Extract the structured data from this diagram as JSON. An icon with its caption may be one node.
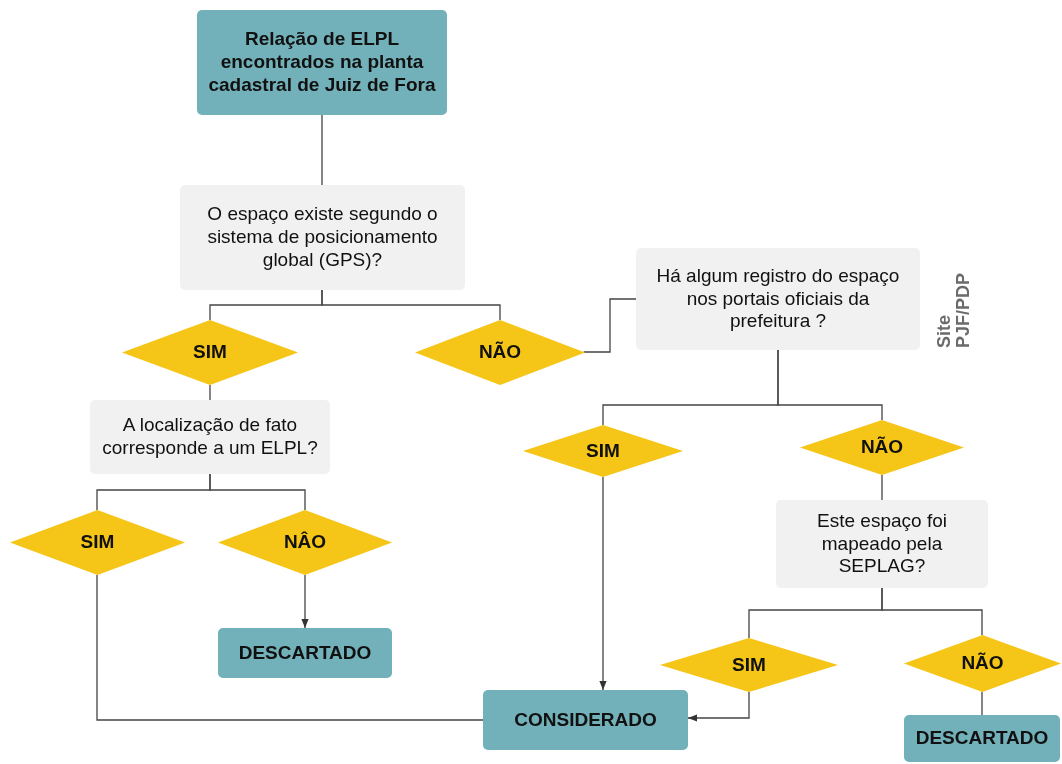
{
  "diagram": {
    "nodes": [
      {
        "text": [
          "Relação de ELPL encontrados na planta cadastral de Juiz de Fora"
        ]
      },
      {
        "text": [
          "O espaço existe segundo o sistema de posicionamento global (GPS)?"
        ]
      },
      {
        "text": [
          "SIM"
        ]
      },
      {
        "text": [
          "NÃO"
        ]
      },
      {
        "text": [
          "Há algum registro do espaço nos portais oficiais da prefeitura ?"
        ],
        "beside": [
          "Site PJF/PDP"
        ]
      },
      {
        "text": [
          "A localização de fato corresponde a um ELPL?"
        ]
      },
      {
        "text": [
          "SIM"
        ]
      },
      {
        "text": [
          "NÂO"
        ]
      },
      {
        "text": [
          "DESCARTADO"
        ]
      },
      {
        "text": [
          "SIM"
        ]
      },
      {
        "text": [
          "NÃO"
        ]
      },
      {
        "text": [
          "Este espaço foi mapeado pela SEPLAG?"
        ]
      },
      {
        "text": [
          "SIM"
        ]
      },
      {
        "text": [
          "NÃO"
        ]
      },
      {
        "text": [
          "CONSIDERADO"
        ]
      },
      {
        "text": [
          "DESCARTADO"
        ]
      }
    ],
    "edges": [
      {
        "from": 0,
        "to": 1,
        "arrow": "none"
      },
      {
        "from": 1,
        "to": 2,
        "arrow": "none"
      },
      {
        "from": 1,
        "to": 3,
        "arrow": "none"
      },
      {
        "from": 3,
        "to": 4,
        "arrow": "none"
      },
      {
        "from": 2,
        "to": 5,
        "arrow": "none"
      },
      {
        "from": 5,
        "to": 6,
        "arrow": "none"
      },
      {
        "from": 5,
        "to": 7,
        "arrow": "none"
      },
      {
        "from": 7,
        "to": 8,
        "arrow": "to"
      },
      {
        "from": 6,
        "to": 14,
        "arrow": "none"
      },
      {
        "from": 4,
        "to": 9,
        "arrow": "none"
      },
      {
        "from": 4,
        "to": 10,
        "arrow": "none"
      },
      {
        "from": 9,
        "to": 14,
        "arrow": "to"
      },
      {
        "from": 10,
        "to": 11,
        "arrow": "none"
      },
      {
        "from": 11,
        "to": 12,
        "arrow": "none"
      },
      {
        "from": 11,
        "to": 13,
        "arrow": "none"
      },
      {
        "from": 13,
        "to": 15,
        "arrow": "none"
      },
      {
        "from": 12,
        "to": 14,
        "arrow": "to"
      }
    ]
  }
}
